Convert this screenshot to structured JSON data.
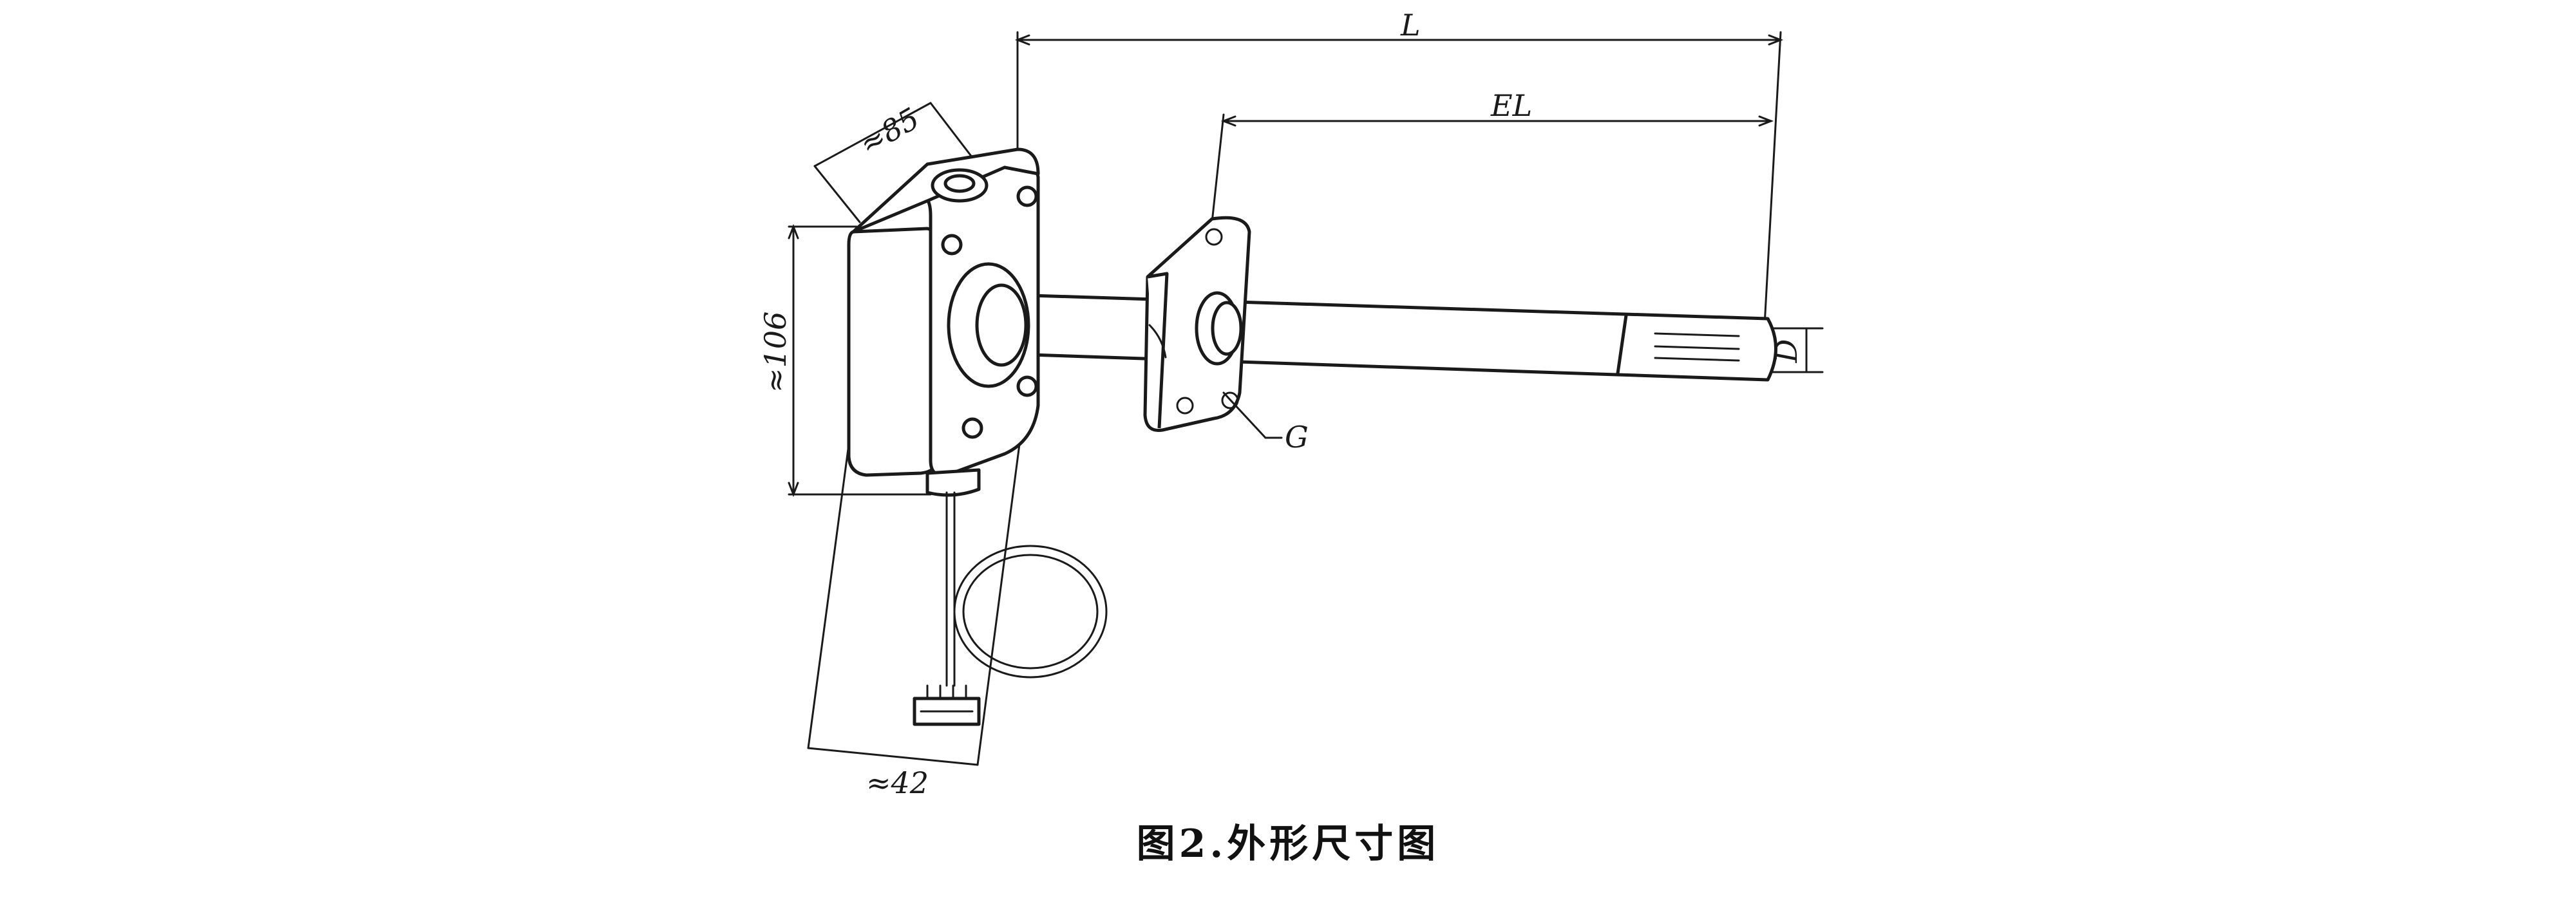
{
  "caption": "图2.外形尺寸图",
  "dimensions": {
    "length": "L",
    "effective_length": "EL",
    "width": "≈85",
    "height": "≈106",
    "depth": "≈42",
    "diameter": "D",
    "flange_label": "G"
  }
}
